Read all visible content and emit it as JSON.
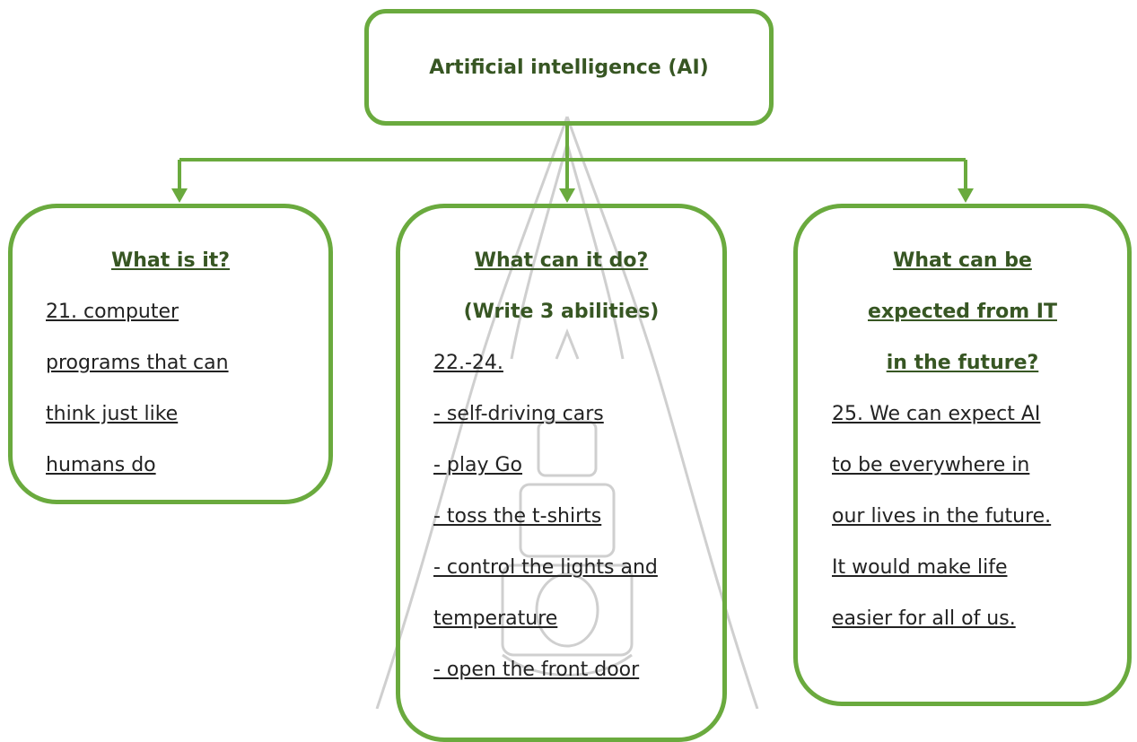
{
  "root": {
    "title": "Artificial intelligence (AI)"
  },
  "colors": {
    "border": "#6aaa3e",
    "heading": "#375623",
    "text": "#222222",
    "watermark": "#cfcfcf"
  },
  "box_what": {
    "heading": "What is it?",
    "lines": [
      "21. computer",
      "programs that can",
      "think just like",
      "humans do"
    ]
  },
  "box_do": {
    "heading": "What can it do?",
    "subheading": "(Write 3 abilities)",
    "lines": [
      "22.-24.",
      "- self-driving cars",
      "- play Go",
      "- toss the t-shirts",
      "- control the lights and",
      "temperature",
      "- open the front door"
    ]
  },
  "box_future": {
    "headings": [
      "What can be",
      "expected from IT",
      "in the future?"
    ],
    "lines": [
      "25. We can expect AI",
      "to be everywhere in",
      "our lives in the future.",
      "It would make life",
      "easier for all of us."
    ]
  }
}
